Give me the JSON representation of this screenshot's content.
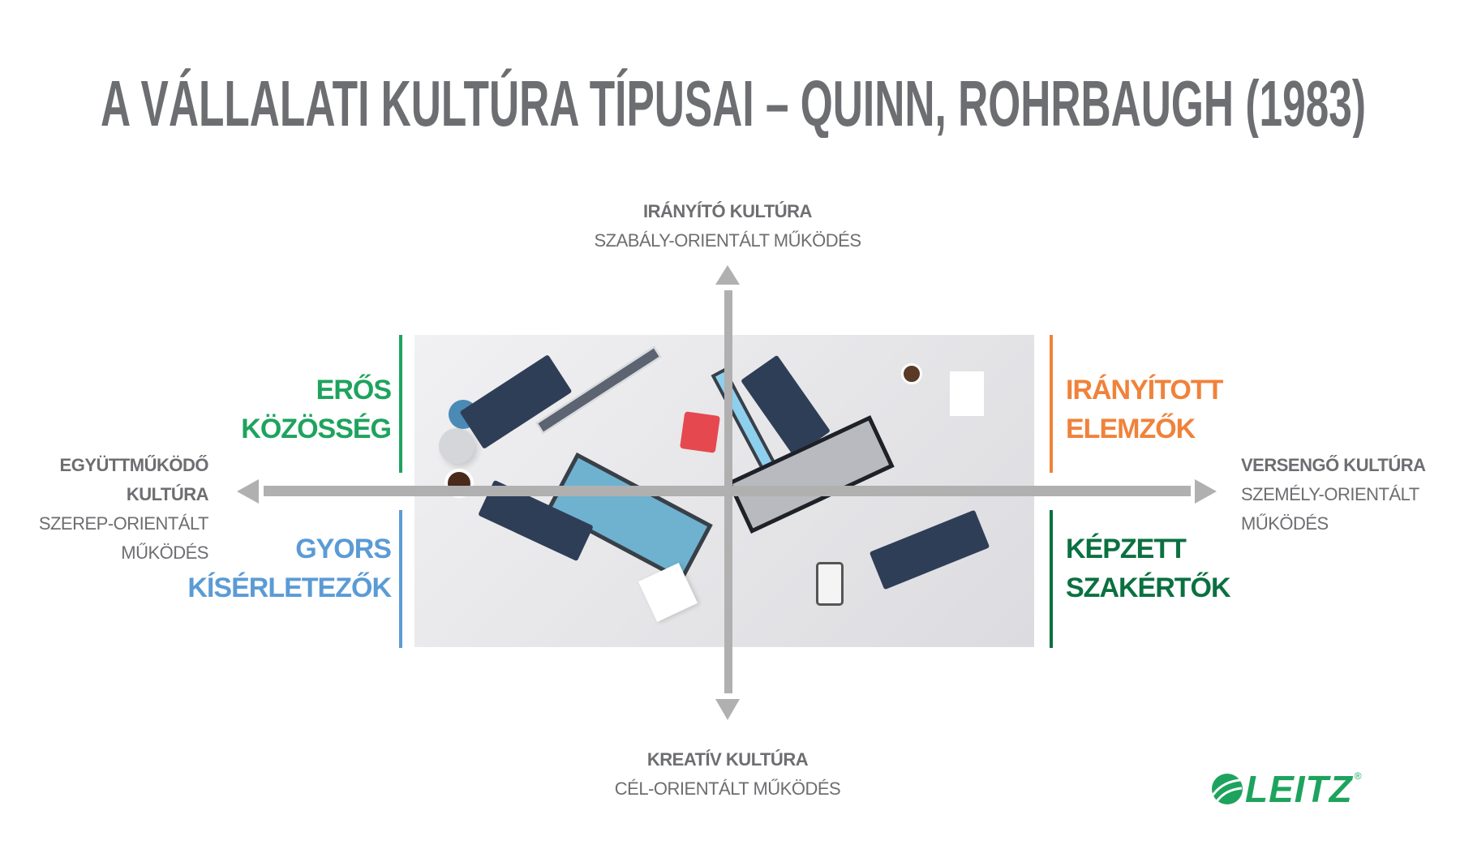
{
  "title": "A VÁLLALATI KULTÚRA TÍPUSAI – QUINN, ROHRBAUGH (1983)",
  "axes": {
    "top": {
      "title": "IRÁNYÍTÓ KULTÚRA",
      "subtitle": "SZABÁLY-ORIENTÁLT MŰKÖDÉS"
    },
    "bottom": {
      "title": "KREATÍV KULTÚRA",
      "subtitle": "CÉL-ORIENTÁLT MŰKÖDÉS"
    },
    "left": {
      "title_lines": [
        "EGYÜTTMŰKÖDŐ",
        "KULTÚRA"
      ],
      "subtitle_lines": [
        "SZEREP-ORIENTÁLT",
        "MŰKÖDÉS"
      ]
    },
    "right": {
      "title_lines": [
        "VERSENGŐ KULTÚRA"
      ],
      "subtitle_lines": [
        "SZEMÉLY-ORIENTÁLT",
        "MŰKÖDÉS"
      ]
    }
  },
  "quadrants": {
    "top_left": {
      "lines": [
        "ERŐS",
        "KÖZÖSSÉG"
      ],
      "color": "#1ea35e"
    },
    "top_right": {
      "lines": [
        "IRÁNYÍTOTT",
        "ELEMZŐK"
      ],
      "color": "#f0823a"
    },
    "bottom_left": {
      "lines": [
        "GYORS",
        "KÍSÉRLETEZŐK"
      ],
      "color": "#5b9bd5"
    },
    "bottom_right": {
      "lines": [
        "KÉPZETT",
        "SZAKÉRTŐK"
      ],
      "color": "#0b7040"
    }
  },
  "logo": {
    "text": "LEITZ",
    "registered": "®",
    "color": "#1ea35e"
  },
  "colors": {
    "text_gray": "#6d6e71",
    "arrow_gray": "#b0b0b0"
  }
}
